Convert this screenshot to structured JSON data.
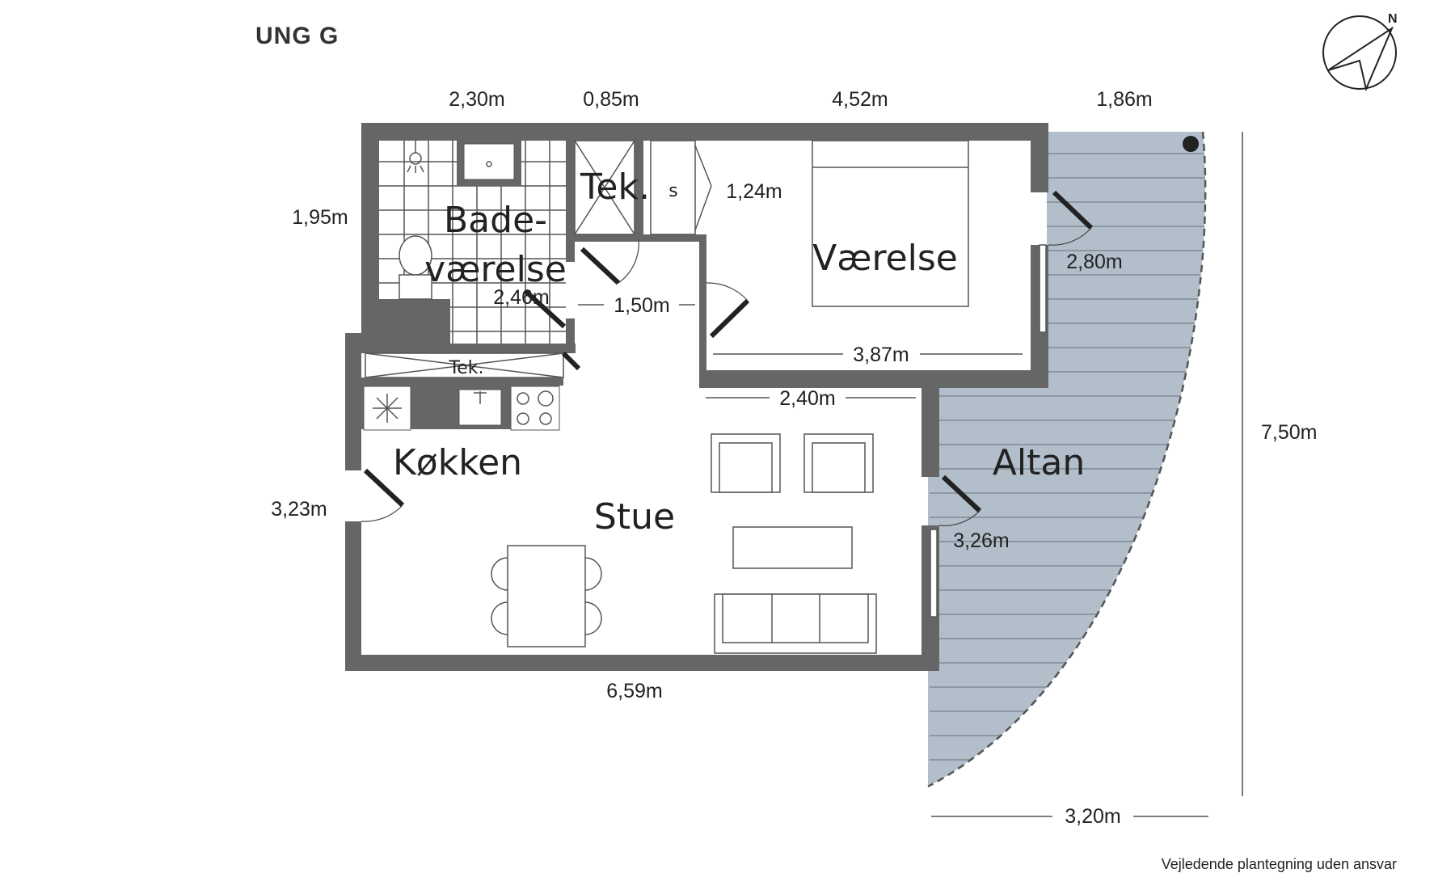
{
  "title": "UNG G",
  "north_label": "N",
  "footer": "Vejledende plantegning uden ansvar",
  "rooms": {
    "bath_line1": "Bade-",
    "bath_line2": "værelse",
    "tek_top": "Tek.",
    "tek_kitchen": "Tek.",
    "storage": "s",
    "bedroom": "Værelse",
    "kitchen": "Køkken",
    "living": "Stue",
    "balcony": "Altan"
  },
  "dimensions": {
    "top_bath": "2,30m",
    "top_tek": "0,85m",
    "top_bedroom": "4,52m",
    "top_balcony": "1,86m",
    "bath_height": "1,95m",
    "storage": "1,24m",
    "bath_width": "2,46m",
    "hall": "1,50m",
    "bedroom_balcony_wall": "2,80m",
    "bedroom_width": "3,87m",
    "living_upper": "2,40m",
    "kitchen_side": "3,23m",
    "living_balcony_wall": "3,26m",
    "right_total": "7,50m",
    "bottom_total": "6,59m",
    "balcony_bottom": "3,20m"
  },
  "colors": {
    "wall": "#666666",
    "balcony_fill": "#b2bfcb",
    "balcony_edge": "#555555"
  }
}
